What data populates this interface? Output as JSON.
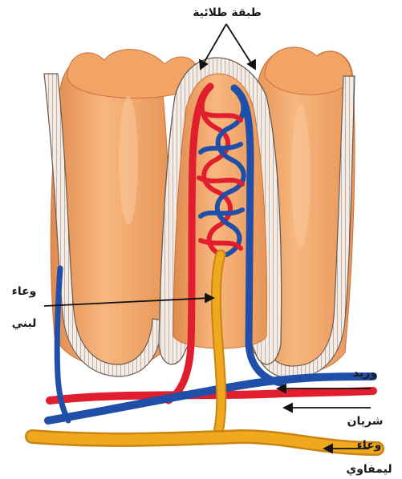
{
  "labels": {
    "epithelium": "طبقة طلائية",
    "lacteal_line1": "وعاء",
    "lacteal_line2": "لبني",
    "vein": "وريد",
    "artery": "شريان",
    "lymph_line1": "وعاء",
    "lymph_line2": "ليمفاوي"
  },
  "colors": {
    "villus_fill": "#f2a466",
    "villus_highlight": "#f9c79a",
    "villus_shadow": "#e08a4e",
    "epithelium_fill": "#f4ece4",
    "epithelium_lines": "#6b5a50",
    "artery": "#e01e2e",
    "vein": "#1f4fa8",
    "lymph": "#f0a81e",
    "lymph_edge": "#c98412",
    "pointer": "#111111"
  }
}
